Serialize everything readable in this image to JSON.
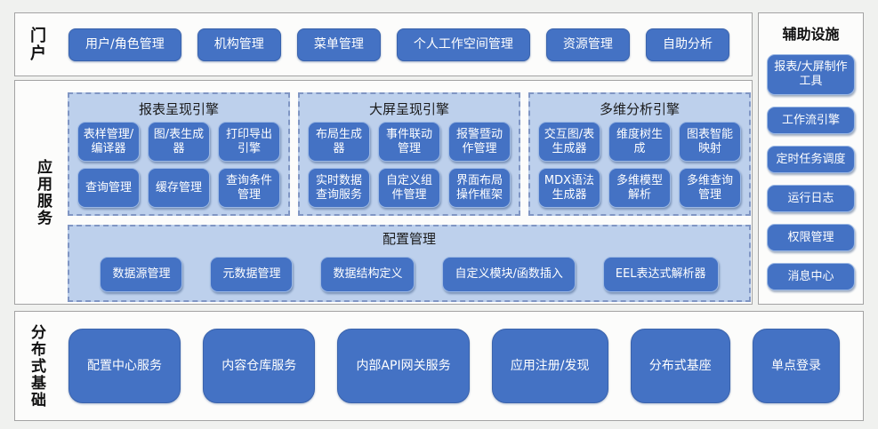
{
  "colors": {
    "node_blue": "#4472c4",
    "panel_light_blue": "#bdd0ec",
    "dashed_border": "#8096c4",
    "section_border_gray": "#a3a3a3",
    "background": "#f0f1ef"
  },
  "portal": {
    "label": "门户",
    "items": [
      "用户/角色管理",
      "机构管理",
      "菜单管理",
      "个人工作空间管理",
      "资源管理",
      "自助分析"
    ]
  },
  "app_services": {
    "label": "应用服务",
    "engines": [
      {
        "title": "报表呈现引擎",
        "items": [
          "表样管理/编译器",
          "图/表生成器",
          "打印导出引擎",
          "查询管理",
          "缓存管理",
          "查询条件管理"
        ]
      },
      {
        "title": "大屏呈现引擎",
        "items": [
          "布局生成器",
          "事件联动管理",
          "报警暨动作管理",
          "实时数据查询服务",
          "自定义组件管理",
          "界面布局操作框架"
        ]
      },
      {
        "title": "多维分析引擎",
        "items": [
          "交互图/表生成器",
          "维度树生成",
          "图表智能映射",
          "MDX语法生成器",
          "多维模型解析",
          "多维查询管理"
        ]
      }
    ],
    "config": {
      "title": "配置管理",
      "items": [
        "数据源管理",
        "元数据管理",
        "数据结构定义",
        "自定义模块/函数插入",
        "EEL表达式解析器"
      ]
    }
  },
  "auxiliary": {
    "title": "辅助设施",
    "items": [
      "报表/大屏制作工具",
      "工作流引擎",
      "定时任务调度",
      "运行日志",
      "权限管理",
      "消息中心"
    ]
  },
  "distributed": {
    "label": "分布式基础",
    "items": [
      "配置中心服务",
      "内容仓库服务",
      "内部API网关服务",
      "应用注册/发现",
      "分布式基座",
      "单点登录"
    ]
  }
}
